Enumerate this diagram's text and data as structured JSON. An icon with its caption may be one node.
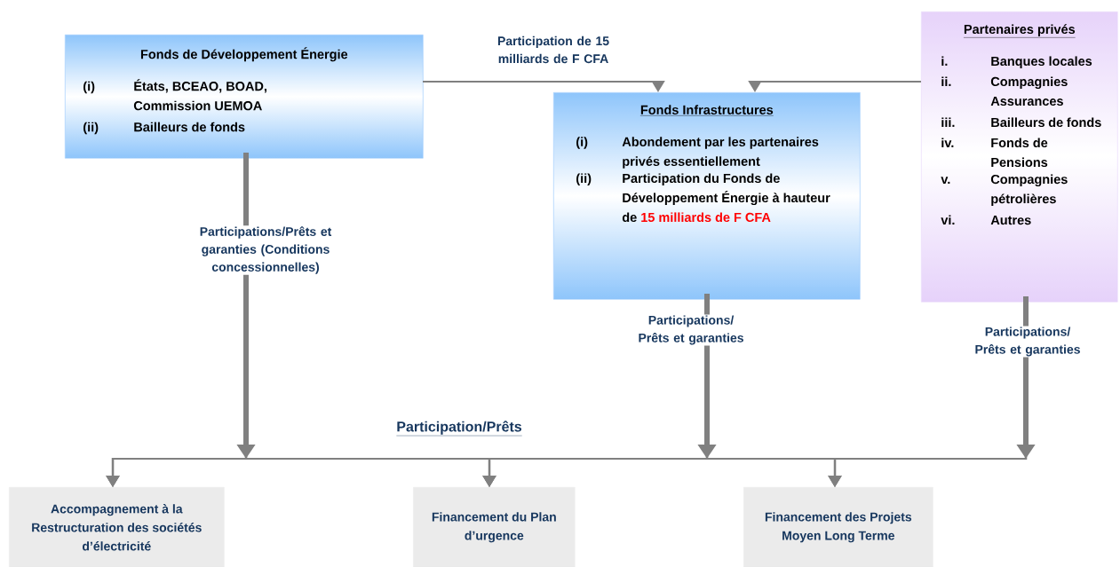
{
  "diagram": {
    "nodes": [
      {
        "text": [
          "Fonds de Développement Énergie",
          "(i)",
          "États, BCEAO, BOAD, Commission UEMOA",
          "(ii)",
          "Bailleurs de fonds"
        ]
      },
      {
        "text": [
          "Fonds Infrastructures",
          "(i)",
          "Abondement par les partenaires privés essentiellement",
          "(ii)",
          "Participation du Fonds de Développement Énergie à hauteur de",
          "15 milliards de F CFA"
        ]
      },
      {
        "text": [
          "Partenaires privés",
          "i.",
          "Banques locales",
          "ii.",
          "Compagnies Assurances",
          "iii.",
          "Bailleurs de fonds",
          "iv.",
          "Fonds de Pensions",
          "v.",
          "Compagnies pétrolières",
          "vi.",
          "Autres"
        ]
      },
      {
        "text": [
          "Accompagnement à la Restructuration des sociétés d’électricité"
        ]
      },
      {
        "text": [
          "Financement du Plan d’urgence"
        ]
      },
      {
        "text": [
          "Financement des Projets Moyen Long Terme"
        ]
      }
    ],
    "edges": [
      {
        "from": 0,
        "to": 1,
        "arrow": "to",
        "label": "Participation de 15 milliards de F CFA"
      },
      {
        "from": 2,
        "to": 1,
        "arrow": "to"
      },
      {
        "from": 0,
        "to": 3,
        "arrow": "to",
        "label": "Participations/Prêts et garanties (Conditions concessionnelles)"
      },
      {
        "from": 0,
        "to": 4,
        "arrow": "to"
      },
      {
        "from": 0,
        "to": 5,
        "arrow": "to"
      },
      {
        "from": 1,
        "to": 3,
        "arrow": "to",
        "label": "Participations/ Prêts et garanties"
      },
      {
        "from": 1,
        "to": 4,
        "arrow": "to"
      },
      {
        "from": 1,
        "to": 5,
        "arrow": "to"
      },
      {
        "from": 2,
        "to": 3,
        "arrow": "to",
        "label": "Participations/ Prêts et garanties"
      },
      {
        "from": 2,
        "to": 4,
        "arrow": "to"
      },
      {
        "from": 2,
        "to": 5,
        "arrow": "to"
      }
    ],
    "labels": [
      "Participation/Prêts"
    ]
  }
}
